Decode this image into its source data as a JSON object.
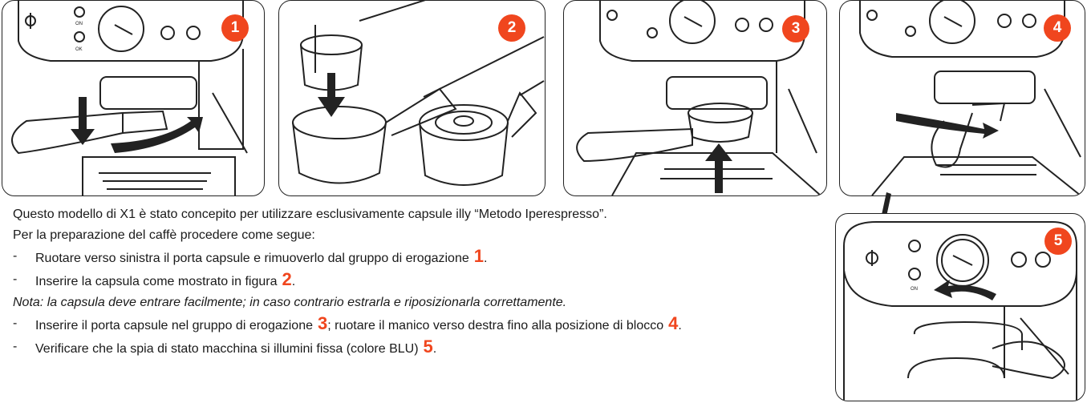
{
  "steps": [
    {
      "num": "1"
    },
    {
      "num": "2"
    },
    {
      "num": "3"
    },
    {
      "num": "4"
    },
    {
      "num": "5"
    }
  ],
  "machine_labels": {
    "on": "ON",
    "ok": "OK"
  },
  "text": {
    "intro": "Questo modello di X1 è stato concepito per utilizzare esclusivamente capsule illy “Metodo Iperespresso”.",
    "lead": "Per la preparazione del caffè procedere come segue:",
    "bullet1": "Ruotare verso sinistra il porta capsule e rimuoverlo dal gruppo di erogazione",
    "bullet1_num": "1",
    "bullet1_end": ".",
    "bullet2": "Inserire la capsula come mostrato in figura",
    "bullet2_num": "2",
    "bullet2_end": ".",
    "note": "Nota: la capsula deve entrare facilmente; in caso contrario estrarla e riposizionarla correttamente.",
    "bullet3a": "Inserire il porta capsule nel gruppo di erogazione",
    "bullet3a_num": "3",
    "bullet3b": "; ruotare il manico verso destra fino alla posizione di blocco",
    "bullet3b_num": "4",
    "bullet3_end": ".",
    "bullet4": "Verificare che la spia di stato macchina si illumini fissa (colore BLU)",
    "bullet4_num": "5",
    "bullet4_end": ".",
    "dash": "-"
  },
  "colors": {
    "accent": "#f0461e",
    "line": "#222222"
  }
}
